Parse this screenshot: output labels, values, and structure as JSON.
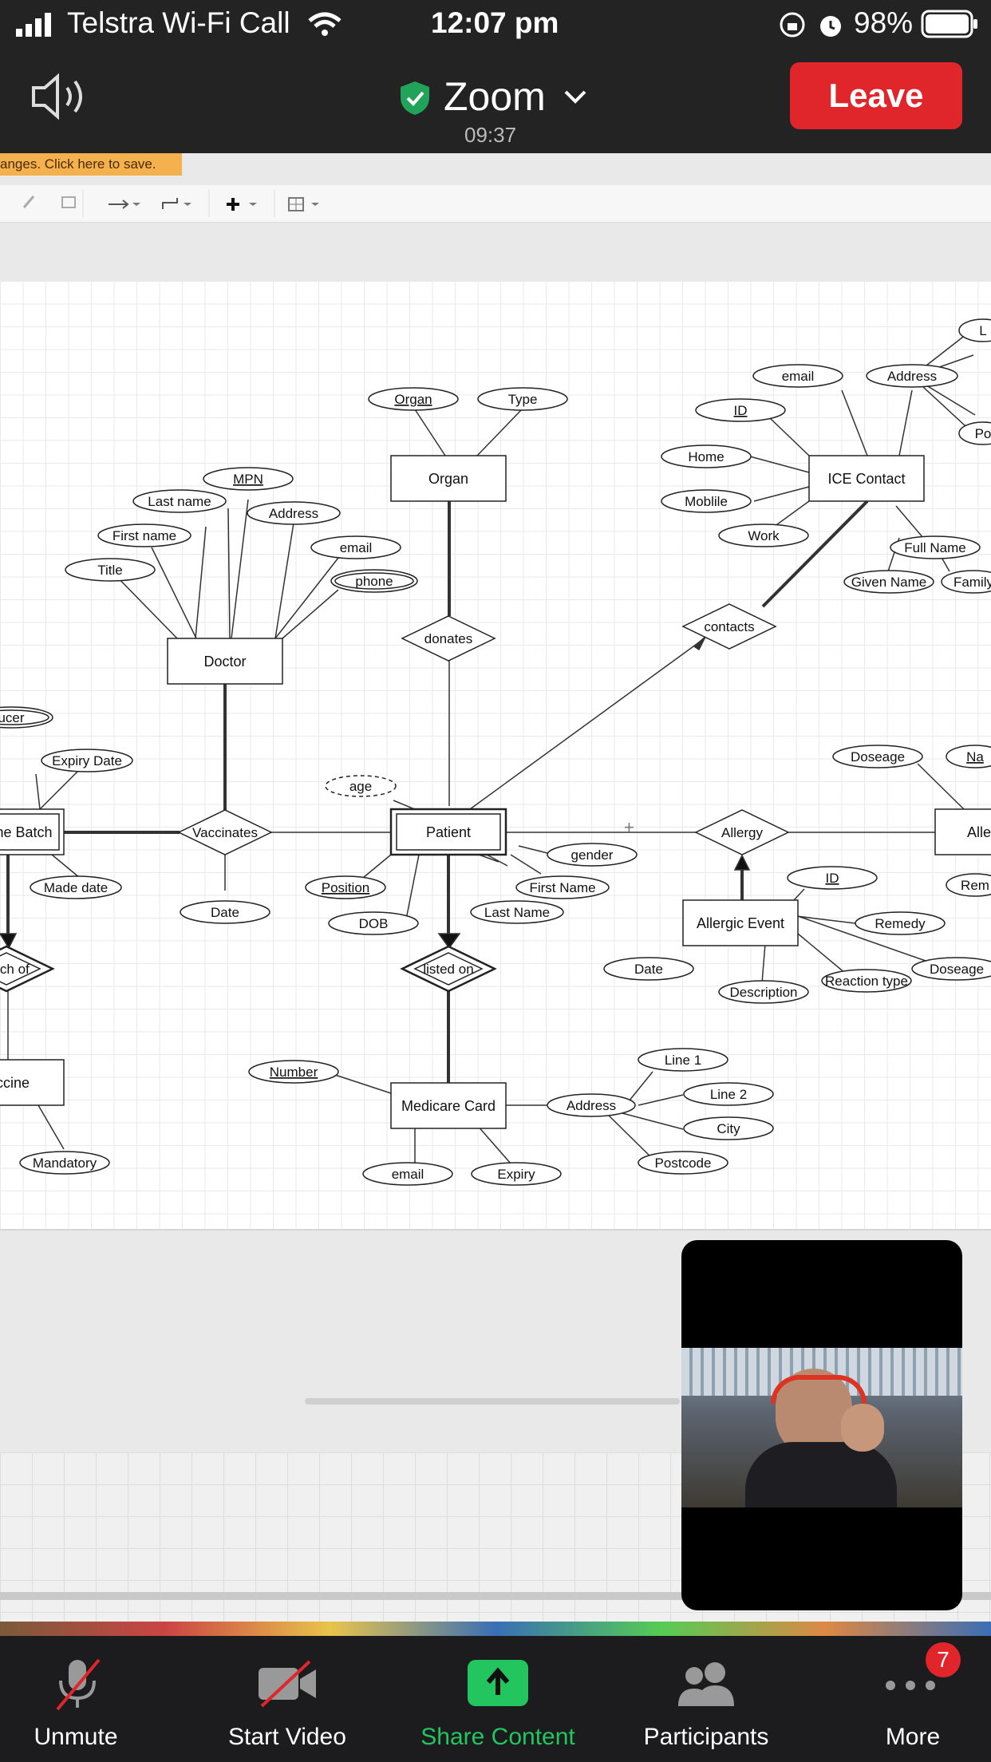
{
  "status_bar": {
    "carrier": "Telstra Wi-Fi Call",
    "time": "12:07 pm",
    "battery": "98%"
  },
  "zoom": {
    "title": "Zoom",
    "timer": "09:37",
    "leave_label": "Leave",
    "secure_color": "#22a35a",
    "leave_color": "#e0262a"
  },
  "banner": {
    "text": "anges. Click here to save."
  },
  "diagram": {
    "entities": {
      "organ": "Organ",
      "doctor": "Doctor",
      "ice_contact": "ICE Contact",
      "patient": "Patient",
      "vaccine_batch": "ne Batch",
      "allergic_event": "Allergic Event",
      "medicare_card": "Medicare Card",
      "vaccine": "ccine",
      "allergen": "Alle"
    },
    "relationships": {
      "donates": "donates",
      "contacts": "contacts",
      "vaccinates": "Vaccinates",
      "allergy": "Allergy",
      "listed_on": "listed on",
      "batch_of": "tch of"
    },
    "attributes": {
      "organ_key": "Organ",
      "organ_type": "Type",
      "doc_mpn": "MPN",
      "doc_last": "Last name",
      "doc_address": "Address",
      "doc_first": "First name",
      "doc_email": "email",
      "doc_title": "Title",
      "doc_phone": "phone",
      "ice_email": "email",
      "ice_address": "Address",
      "ice_id": "ID",
      "ice_home": "Home",
      "ice_mobile": "Moblile",
      "ice_work": "Work",
      "ice_fullname": "Full Name",
      "ice_given": "Given Name",
      "ice_family": "Family",
      "ice_l": "L",
      "ice_po": "Po",
      "producer": "ucer",
      "batch_expiry": "Expiry Date",
      "batch_made": "Made date",
      "vacc_date": "Date",
      "pat_age": "age",
      "pat_position": "Position",
      "pat_dob": "DOB",
      "pat_gender": "gender",
      "pat_first": "First Name",
      "pat_last": "Last Name",
      "allergen_dose": "Doseage",
      "allergen_na": "Na",
      "allergen_rem": "Rem",
      "ae_id": "ID",
      "ae_remedy": "Remedy",
      "ae_date": "Date",
      "ae_desc": "Description",
      "ae_reaction": "Reaction type",
      "ae_dose": "Doseage",
      "mc_number": "Number",
      "mc_address": "Address",
      "mc_line1": "Line 1",
      "mc_line2": "Line 2",
      "mc_city": "City",
      "mc_postcode": "Postcode",
      "mc_email": "email",
      "mc_expiry": "Expiry",
      "vac_mandatory": "Mandatory"
    }
  },
  "bottom_bar": {
    "unmute": "Unmute",
    "start_video": "Start Video",
    "share_content": "Share Content",
    "participants": "Participants",
    "more": "More",
    "more_badge": "7",
    "share_color": "#22c55e",
    "badge_color": "#e0262a"
  }
}
